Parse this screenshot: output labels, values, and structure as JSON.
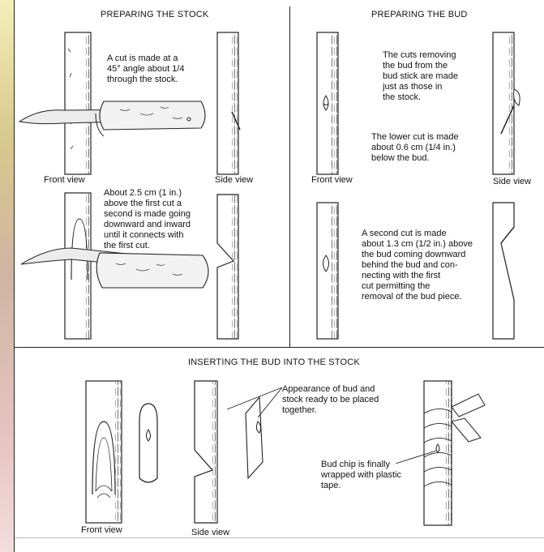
{
  "panels": {
    "stock": {
      "title": "PREPARING THE STOCK",
      "text1": [
        "A cut is made at a",
        "45° angle about 1/4",
        "through the stock."
      ],
      "front_label": "Front view",
      "side_label": "Side view",
      "text2": [
        "About 2.5 cm (1 in.)",
        "above the first cut a",
        "second is made going",
        "downward and inward",
        "until it connects with",
        "the first cut."
      ]
    },
    "bud": {
      "title": "PREPARING THE BUD",
      "text1": [
        "The cuts removing",
        "the bud from the",
        "bud stick are made",
        "just as those in",
        "the stock."
      ],
      "text2": [
        "The lower cut is made",
        "about 0.6 cm (1/4 in.)",
        "below the bud."
      ],
      "front_label": "Front view",
      "side_label": "Side view",
      "text3": [
        "A second cut is made",
        "about 1.3 cm (1/2 in.) above",
        "the bud coming downward",
        "behind the bud and con-",
        "necting with the first",
        "cut permitting the",
        "removal of the bud piece."
      ]
    },
    "insert": {
      "title": "INSERTING THE BUD INTO THE STOCK",
      "appearance": [
        "Appearance of bud and",
        "stock ready to be placed",
        "together."
      ],
      "wrapped": [
        "Bud chip is finally",
        "wrapped with plastic",
        "tape."
      ],
      "front_label": "Front view",
      "side_label": "Side view"
    }
  },
  "colors": {
    "ink": "#222222",
    "paper": "#ffffff",
    "knife_blade": "#ececec",
    "knife_handle": "#f2f2f2"
  }
}
